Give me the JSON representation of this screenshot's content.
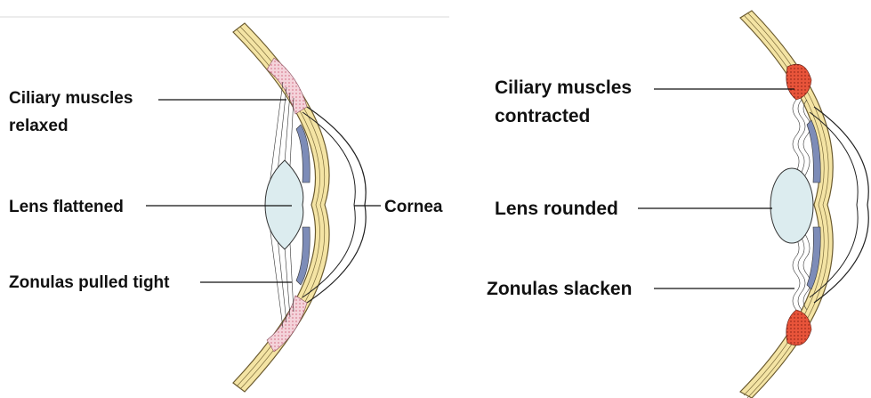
{
  "left_panel": {
    "labels": {
      "ciliary_line1": "Ciliary muscles",
      "ciliary_line2": "relaxed",
      "lens": "Lens flattened",
      "zonulas": "Zonulas pulled tight",
      "cornea": "Cornea"
    }
  },
  "right_panel": {
    "labels": {
      "ciliary_line1": "Ciliary muscles",
      "ciliary_line2": "contracted",
      "lens": "Lens rounded",
      "zonulas": "Zonulas slacken"
    }
  },
  "colors": {
    "sclera": "#f4e4a4",
    "relaxed_muscle": "#f0c8d0",
    "contracted_muscle": "#e85a40",
    "lens_fill": "#dcecef",
    "iris": "#7d8cb8"
  }
}
